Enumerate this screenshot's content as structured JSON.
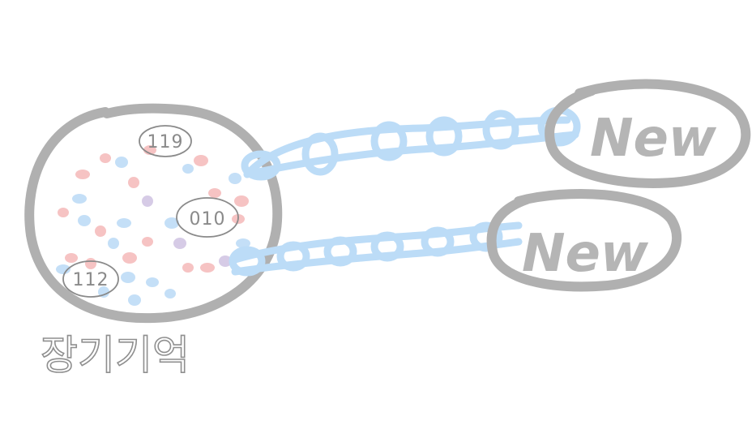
{
  "diagram": {
    "memory_label": "장기기억",
    "memory_numbers": [
      "119",
      "010",
      "112"
    ],
    "new_nodes": [
      {
        "label": "New"
      },
      {
        "label": "New"
      }
    ],
    "colors": {
      "outline": "#b0b0b0",
      "chain": "#bcdcf7",
      "dot_red": "#f6c3c3",
      "dot_blue": "#c4dff7",
      "dot_purple": "#d6cbe6",
      "text": "#9a9a9a"
    }
  }
}
